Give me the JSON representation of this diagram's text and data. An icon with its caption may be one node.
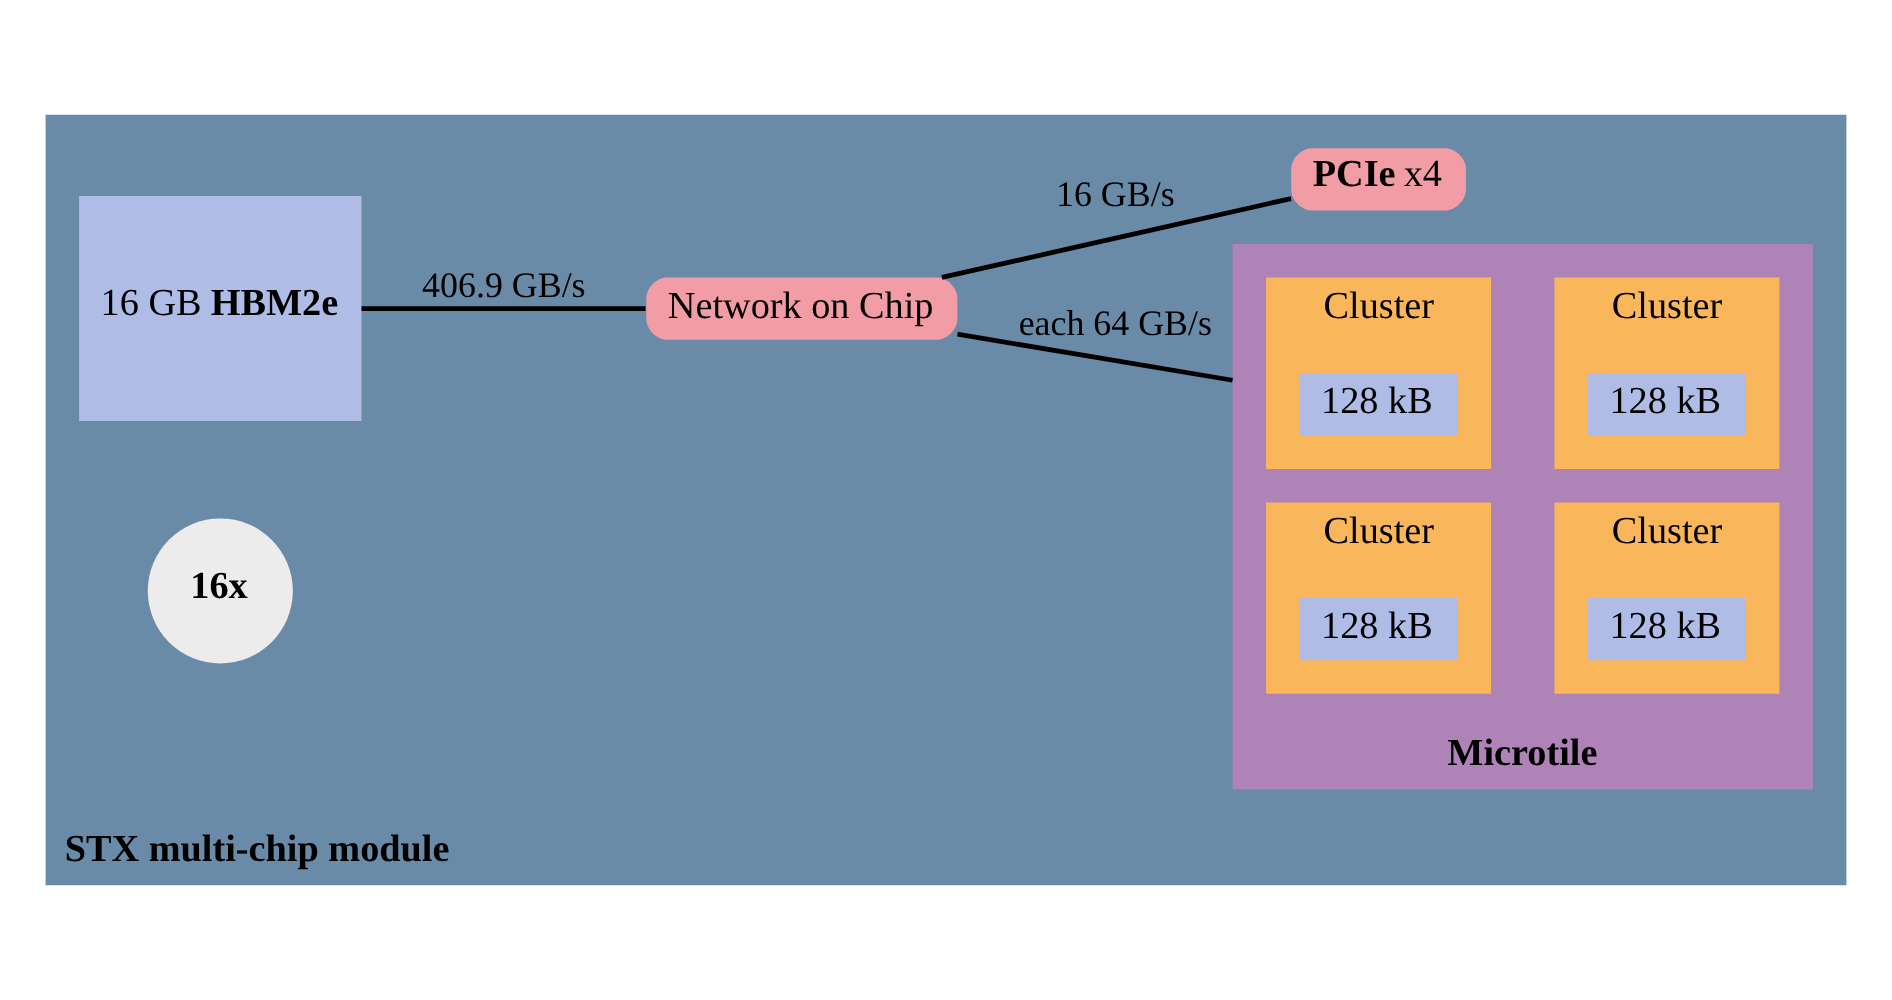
{
  "diagram": {
    "nodes": [
      {
        "text": [
          "STX multi-chip module"
        ]
      },
      {
        "text": [
          "16 GB",
          "HBM2e"
        ],
        "in": 0
      },
      {
        "text": [
          "Microtile"
        ],
        "in": 0
      },
      {
        "text": [
          "16x"
        ],
        "in": 0
      },
      {
        "text": [
          "Cluster"
        ],
        "in": 2
      },
      {
        "text": [
          "128 kB"
        ],
        "in": 4
      },
      {
        "text": [
          "Cluster"
        ],
        "in": 2
      },
      {
        "text": [
          "128 kB"
        ],
        "in": 6
      },
      {
        "text": [
          "Cluster"
        ],
        "in": 2
      },
      {
        "text": [
          "128 kB"
        ],
        "in": 8
      },
      {
        "text": [
          "Cluster"
        ],
        "in": 2
      },
      {
        "text": [
          "128 kB"
        ],
        "in": 10
      },
      {
        "text": [
          "Network on Chip"
        ],
        "in": 0
      },
      {
        "text": [
          "PCIe",
          "x4"
        ],
        "in": 0
      }
    ],
    "edges": [
      {
        "from": 1,
        "to": 12,
        "arrow": "none",
        "label": "406.9 GB/s"
      },
      {
        "from": 12,
        "to": 2,
        "arrow": "none",
        "label": "each 64 GB/s"
      },
      {
        "from": 12,
        "to": 13,
        "arrow": "none",
        "label": "16 GB/s"
      }
    ]
  }
}
